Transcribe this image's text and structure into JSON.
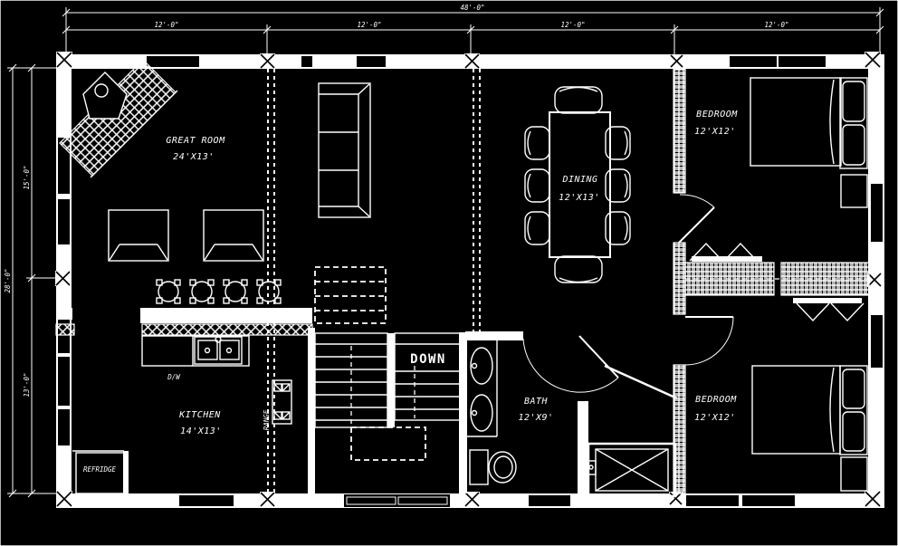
{
  "colors": {
    "background": "#000000",
    "line": "#ffffff"
  },
  "dimensions": {
    "top": {
      "overall": "48'-0\"",
      "segments": [
        "12'-0\"",
        "12'-0\"",
        "12'-0\"",
        "12'-0\""
      ]
    },
    "left": {
      "overall": "28'-0\"",
      "segments": [
        "15'-0\"",
        "13'-0\""
      ]
    }
  },
  "rooms": {
    "great_room": {
      "name": "GREAT ROOM",
      "size": "24'X13'"
    },
    "dining": {
      "name": "DINING",
      "size": "12'X13'"
    },
    "kitchen": {
      "name": "KITCHEN",
      "size": "14'X13'"
    },
    "bath": {
      "name": "BATH",
      "size": "12'X9'"
    },
    "bedroom_ne": {
      "name": "BEDROOM",
      "size": "12'X12'"
    },
    "bedroom_se": {
      "name": "BEDROOM",
      "size": "12'X12'"
    }
  },
  "annotations": {
    "stairs": "DOWN",
    "dishwasher": "D/W",
    "range": "RANGE",
    "refrigerator": "REFRIDGE"
  }
}
